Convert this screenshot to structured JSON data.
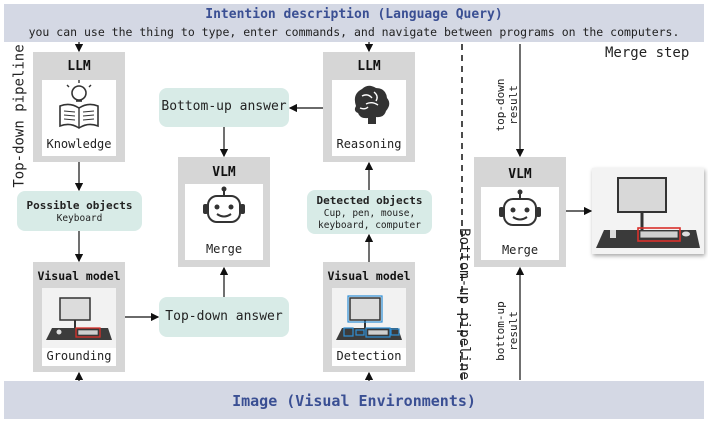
{
  "intention": {
    "title": "Intention description (Language Query)",
    "query": "you can use the thing to type, enter commands, and navigate between programs on the computers."
  },
  "image_band": {
    "title": "Image (Visual Environments)"
  },
  "top_down": {
    "pipeline_label": "Top-down pipeline",
    "llm": {
      "title": "LLM",
      "label": "Knowledge",
      "icon": "knowledge-book-icon"
    },
    "possible_objects": {
      "title": "Possible objects",
      "items": "Keyboard"
    },
    "visual_model": {
      "title": "Visual model",
      "label": "Grounding"
    },
    "answer": "Top-down answer"
  },
  "center": {
    "vlm": {
      "title": "VLM",
      "label": "Merge",
      "icon": "robot-icon"
    },
    "bottom_up_answer": "Bottom-up answer"
  },
  "bottom_up": {
    "pipeline_label": "Bottom-up pipeline",
    "llm": {
      "title": "LLM",
      "label": "Reasoning",
      "icon": "brain-icon"
    },
    "detected_objects": {
      "title": "Detected objects",
      "line1": "Cup, pen, mouse,",
      "line2": "keyboard, computer"
    },
    "visual_model": {
      "title": "Visual model",
      "label": "Detection"
    }
  },
  "merge_step": {
    "title": "Merge step",
    "top_down_result": "top-down result",
    "bottom_up_result": "bottom-up result",
    "vlm": {
      "title": "VLM",
      "label": "Merge"
    }
  },
  "colors": {
    "band": "#d4d8e4",
    "band_title": "#3a4f93",
    "gray_box": "#d6d6d6",
    "teal": "#d8ebe7",
    "highlight": "#d9302b",
    "detection_box": "#2f8fd6"
  }
}
